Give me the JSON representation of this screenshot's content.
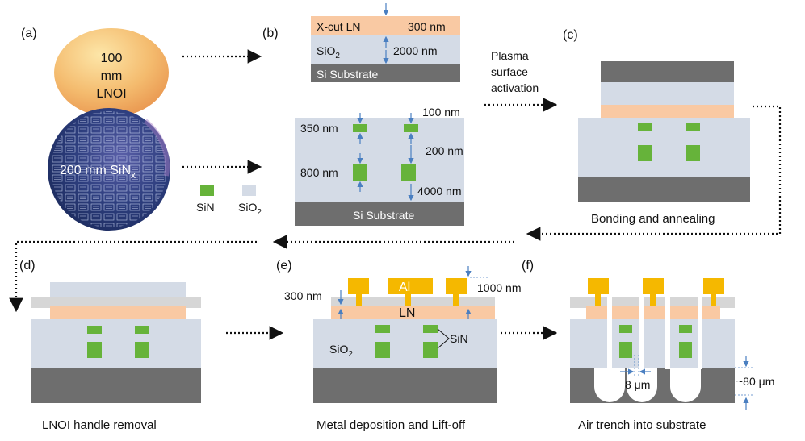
{
  "panels": {
    "a": "(a)",
    "b": "(b)",
    "c": "(c)",
    "d": "(d)",
    "e": "(e)",
    "f": "(f)"
  },
  "wafer_lnoi": {
    "line1": "100",
    "line2": "mm",
    "line3": "LNOI"
  },
  "wafer_sin": {
    "label": "200 mm SiN",
    "sub": "x"
  },
  "legend": {
    "sin": "SiN",
    "sio2": "SiO",
    "sio2_sub": "2"
  },
  "panel_b_top": {
    "layer_ln": "X-cut LN",
    "thick_ln": "300 nm",
    "layer_oxide": "SiO",
    "oxide_sub": "2",
    "thick_oxide": "2000 nm",
    "substrate": "Si Substrate"
  },
  "panel_b_bottom": {
    "dim_100": "100 nm",
    "dim_350": "350 nm",
    "dim_200": "200 nm",
    "dim_800": "800 nm",
    "dim_4000": "4000 nm",
    "substrate": "Si Substrate"
  },
  "process_note": {
    "line1": "Plasma",
    "line2": "surface",
    "line3": "activation"
  },
  "captions": {
    "c": "Bonding and annealing",
    "d": "LNOI handle removal",
    "e": "Metal deposition and Lift-off",
    "f": "Air trench into substrate"
  },
  "panel_e": {
    "al": "Al",
    "ln": "LN",
    "dim_300": "300 nm",
    "dim_1000": "1000 nm",
    "oxide": "SiO",
    "oxide_sub": "2",
    "sin": "SiN"
  },
  "panel_f": {
    "dim_8": "8 μm",
    "dim_80": "~80 μm"
  },
  "colors": {
    "ln": "#f9c9a3",
    "sio2": "#d4dbe6",
    "si": "#6e6e6e",
    "sin": "#66b33a",
    "al": "#f5b800",
    "arrow": "#4a7fc1",
    "cladding": "#d6d6d6"
  }
}
